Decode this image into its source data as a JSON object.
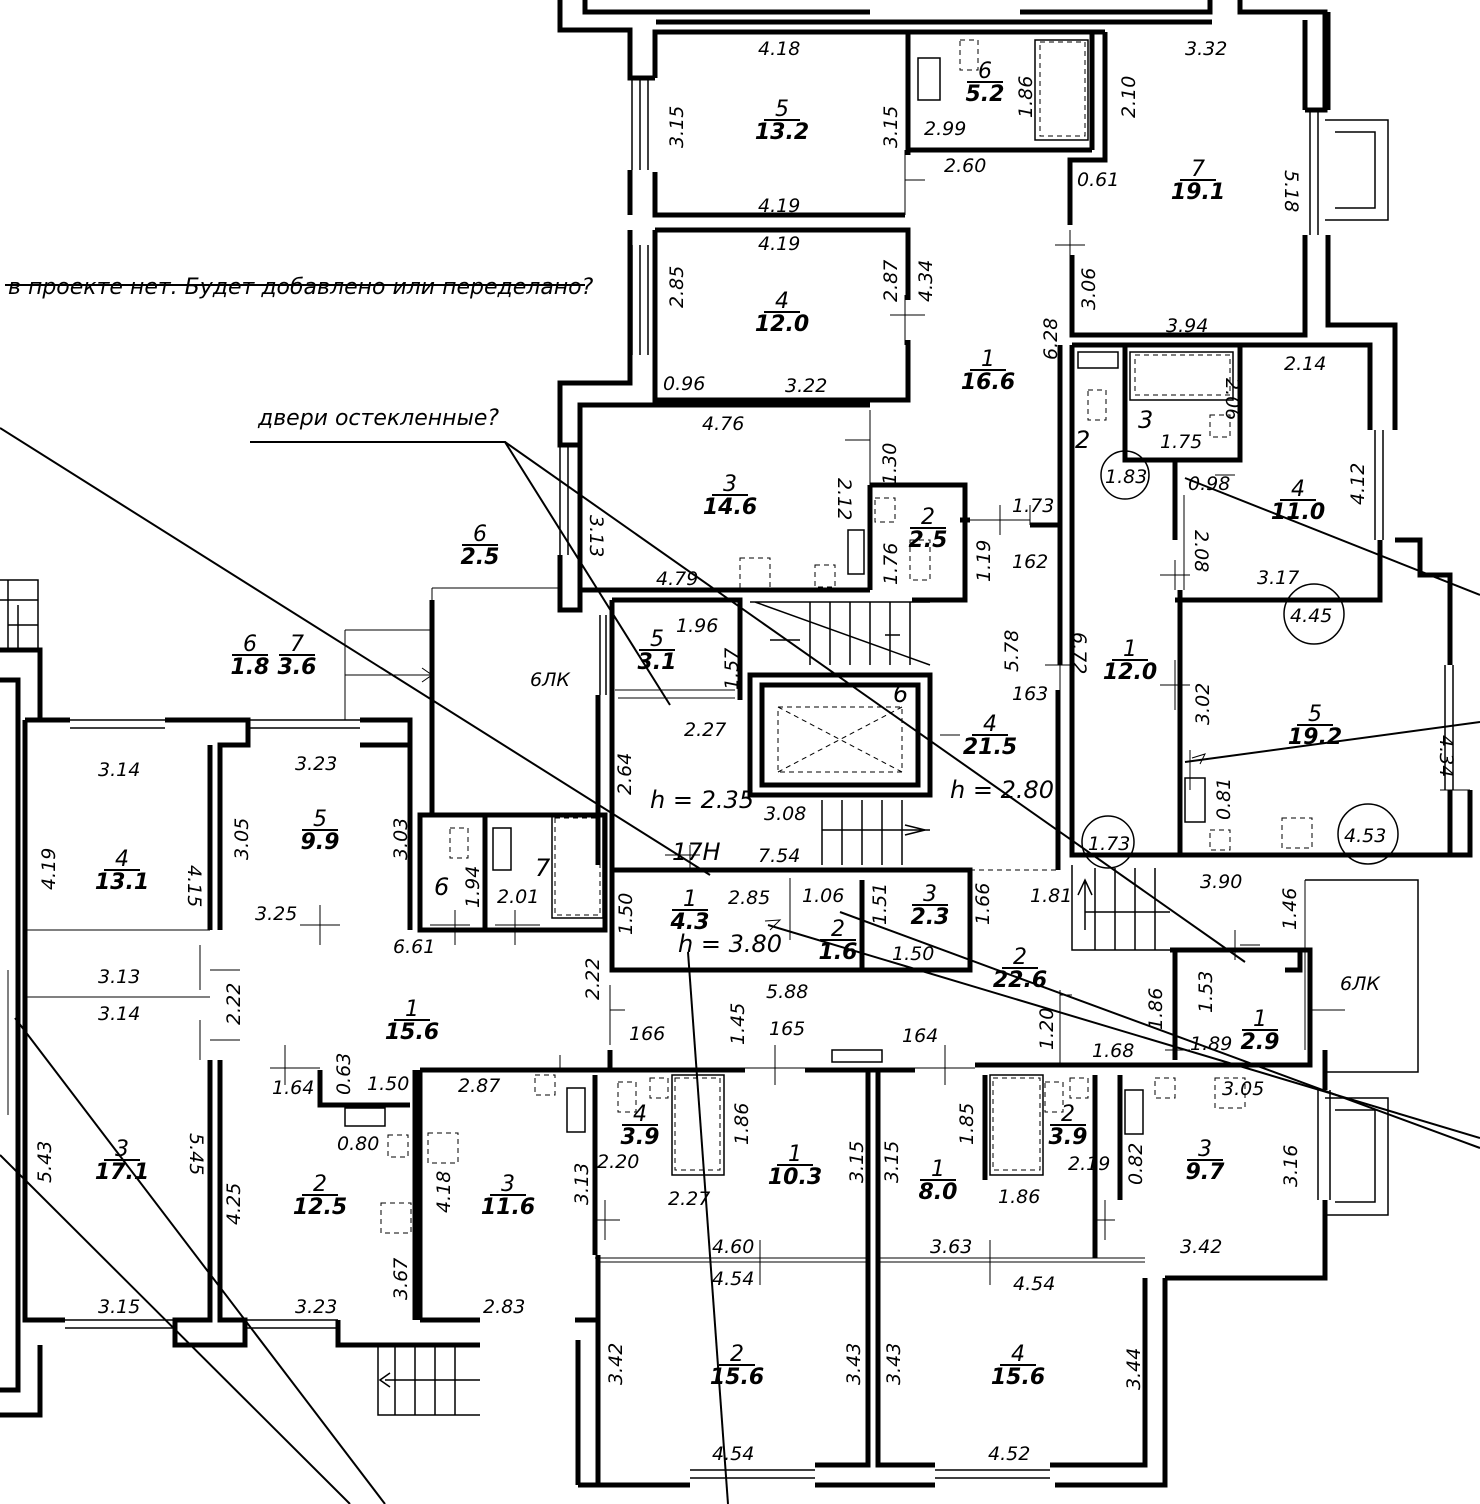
{
  "notes": {
    "not_in_project": "в проекте нет. Будет добавлено или переделано?",
    "glazed_doors": "двери остекленные?"
  },
  "rooms": [
    {
      "num": "5",
      "area": "13.2"
    },
    {
      "num": "6",
      "area": "5.2"
    },
    {
      "num": "7",
      "area": "19.1"
    },
    {
      "num": "4",
      "area": "12.0"
    },
    {
      "num": "1",
      "area": "16.6"
    },
    {
      "num": "3",
      "area": "14.6"
    },
    {
      "num": "2",
      "area": "2.5"
    },
    {
      "num": "6",
      "area": "2.5"
    },
    {
      "num": "6",
      "area": "1.8"
    },
    {
      "num": "7",
      "area": "3.6"
    },
    {
      "num": "5",
      "area": "3.1"
    },
    {
      "num": "4",
      "area": "21.5"
    },
    {
      "num": "4",
      "area": "11.0"
    },
    {
      "num": "1",
      "area": "12.0"
    },
    {
      "num": "5",
      "area": "19.2"
    },
    {
      "num": "4",
      "area": "13.1"
    },
    {
      "num": "5",
      "area": "9.9"
    },
    {
      "num": "1",
      "area": "4.3"
    },
    {
      "num": "2",
      "area": "1.6"
    },
    {
      "num": "3",
      "area": "2.3"
    },
    {
      "num": "2",
      "area": "22.6"
    },
    {
      "num": "1",
      "area": "2.9"
    },
    {
      "num": "1",
      "area": "15.6"
    },
    {
      "num": "3",
      "area": "17.1"
    },
    {
      "num": "2",
      "area": "12.5"
    },
    {
      "num": "3",
      "area": "11.6"
    },
    {
      "num": "4",
      "area": "3.9"
    },
    {
      "num": "1",
      "area": "10.3"
    },
    {
      "num": "1",
      "area": "8.0"
    },
    {
      "num": "2",
      "area": "3.9"
    },
    {
      "num": "3",
      "area": "9.7"
    },
    {
      "num": "2",
      "area": "15.6"
    },
    {
      "num": "4",
      "area": "15.6"
    }
  ],
  "labels": {
    "bathroom_3": "3",
    "wc_2": "2",
    "room_6_small": "6",
    "room_7_small": "7",
    "lift_6": "6",
    "h235": "h = 2.35",
    "h280": "h = 2.80",
    "h380": "h = 3.80",
    "n17h": "17Н",
    "blk1": "6ЛК",
    "blk2": "6ЛК",
    "c183": "1.83",
    "c445": "4.45",
    "c173a": "1.73",
    "c453": "4.53"
  },
  "dims": [
    "4.18",
    "3.15",
    "3.15",
    "4.19",
    "2.99",
    "1.86",
    "2.60",
    "3.32",
    "2.10",
    "0.61",
    "5.18",
    "3.06",
    "3.94",
    "4.19",
    "2.85",
    "2.87",
    "4.34",
    "0.96",
    "3.22",
    "6.28",
    "2.14",
    "2.06",
    "1.75",
    "0.98",
    "4.12",
    "4.76",
    "3.13",
    "2.12",
    "1.30",
    "1.76",
    "4.79",
    "1.73",
    "1.19",
    "162",
    "2.08",
    "3.17",
    "1.96",
    "1.57",
    "2.27",
    "6.72",
    "5.78",
    "163",
    "3.02",
    "4.34",
    "0.81",
    "2.64",
    "3.08",
    "7.54",
    "3.14",
    "4.19",
    "4.15",
    "3.23",
    "3.05",
    "3.03",
    "3.25",
    "6.61",
    "1.94",
    "2.01",
    "1.50",
    "2.85",
    "1.06",
    "1.51",
    "1.66",
    "1.50",
    "1.81",
    "3.90",
    "1.46",
    "3.13",
    "3.14",
    "2.22",
    "2.22",
    "5.88",
    "1.86",
    "1.53",
    "1.89",
    "166",
    "1.45",
    "165",
    "164",
    "1.20",
    "1.68",
    "0.63",
    "1.64",
    "1.50",
    "2.87",
    "5.43",
    "5.45",
    "0.80",
    "4.25",
    "4.18",
    "3.13",
    "2.20",
    "2.27",
    "1.86",
    "3.15",
    "3.15",
    "1.85",
    "2.19",
    "1.86",
    "0.82",
    "3.05",
    "3.16",
    "3.67",
    "4.60",
    "4.54",
    "3.63",
    "4.54",
    "3.42",
    "3.15",
    "3.23",
    "2.83",
    "3.42",
    "3.43",
    "3.43",
    "3.44",
    "4.54",
    "4.52"
  ]
}
